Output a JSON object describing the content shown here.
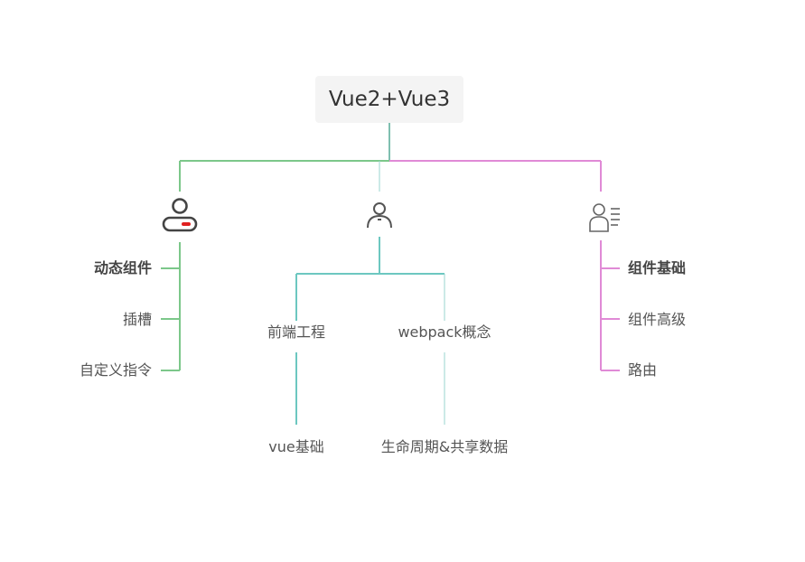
{
  "root": {
    "label": "Vue2+Vue3"
  },
  "colors": {
    "left": "#7cc78a",
    "middle": "#6cc7c0",
    "right": "#e08ad6",
    "root_line": "#7fbfb0"
  },
  "left_branch": {
    "icon": "user-toggle-icon",
    "items": [
      {
        "label": "动态组件",
        "bold": true
      },
      {
        "label": "插槽",
        "bold": false
      },
      {
        "label": "自定义指令",
        "bold": false
      }
    ]
  },
  "middle_branch": {
    "icon": "user-icon",
    "columns": [
      {
        "top": "前端工程",
        "bottom": "vue基础"
      },
      {
        "top": "webpack概念",
        "bottom": "生命周期&共享数据"
      }
    ]
  },
  "right_branch": {
    "icon": "user-list-icon",
    "items": [
      {
        "label": "组件基础",
        "bold": true
      },
      {
        "label": "组件高级",
        "bold": false
      },
      {
        "label": "路由",
        "bold": false
      }
    ]
  }
}
